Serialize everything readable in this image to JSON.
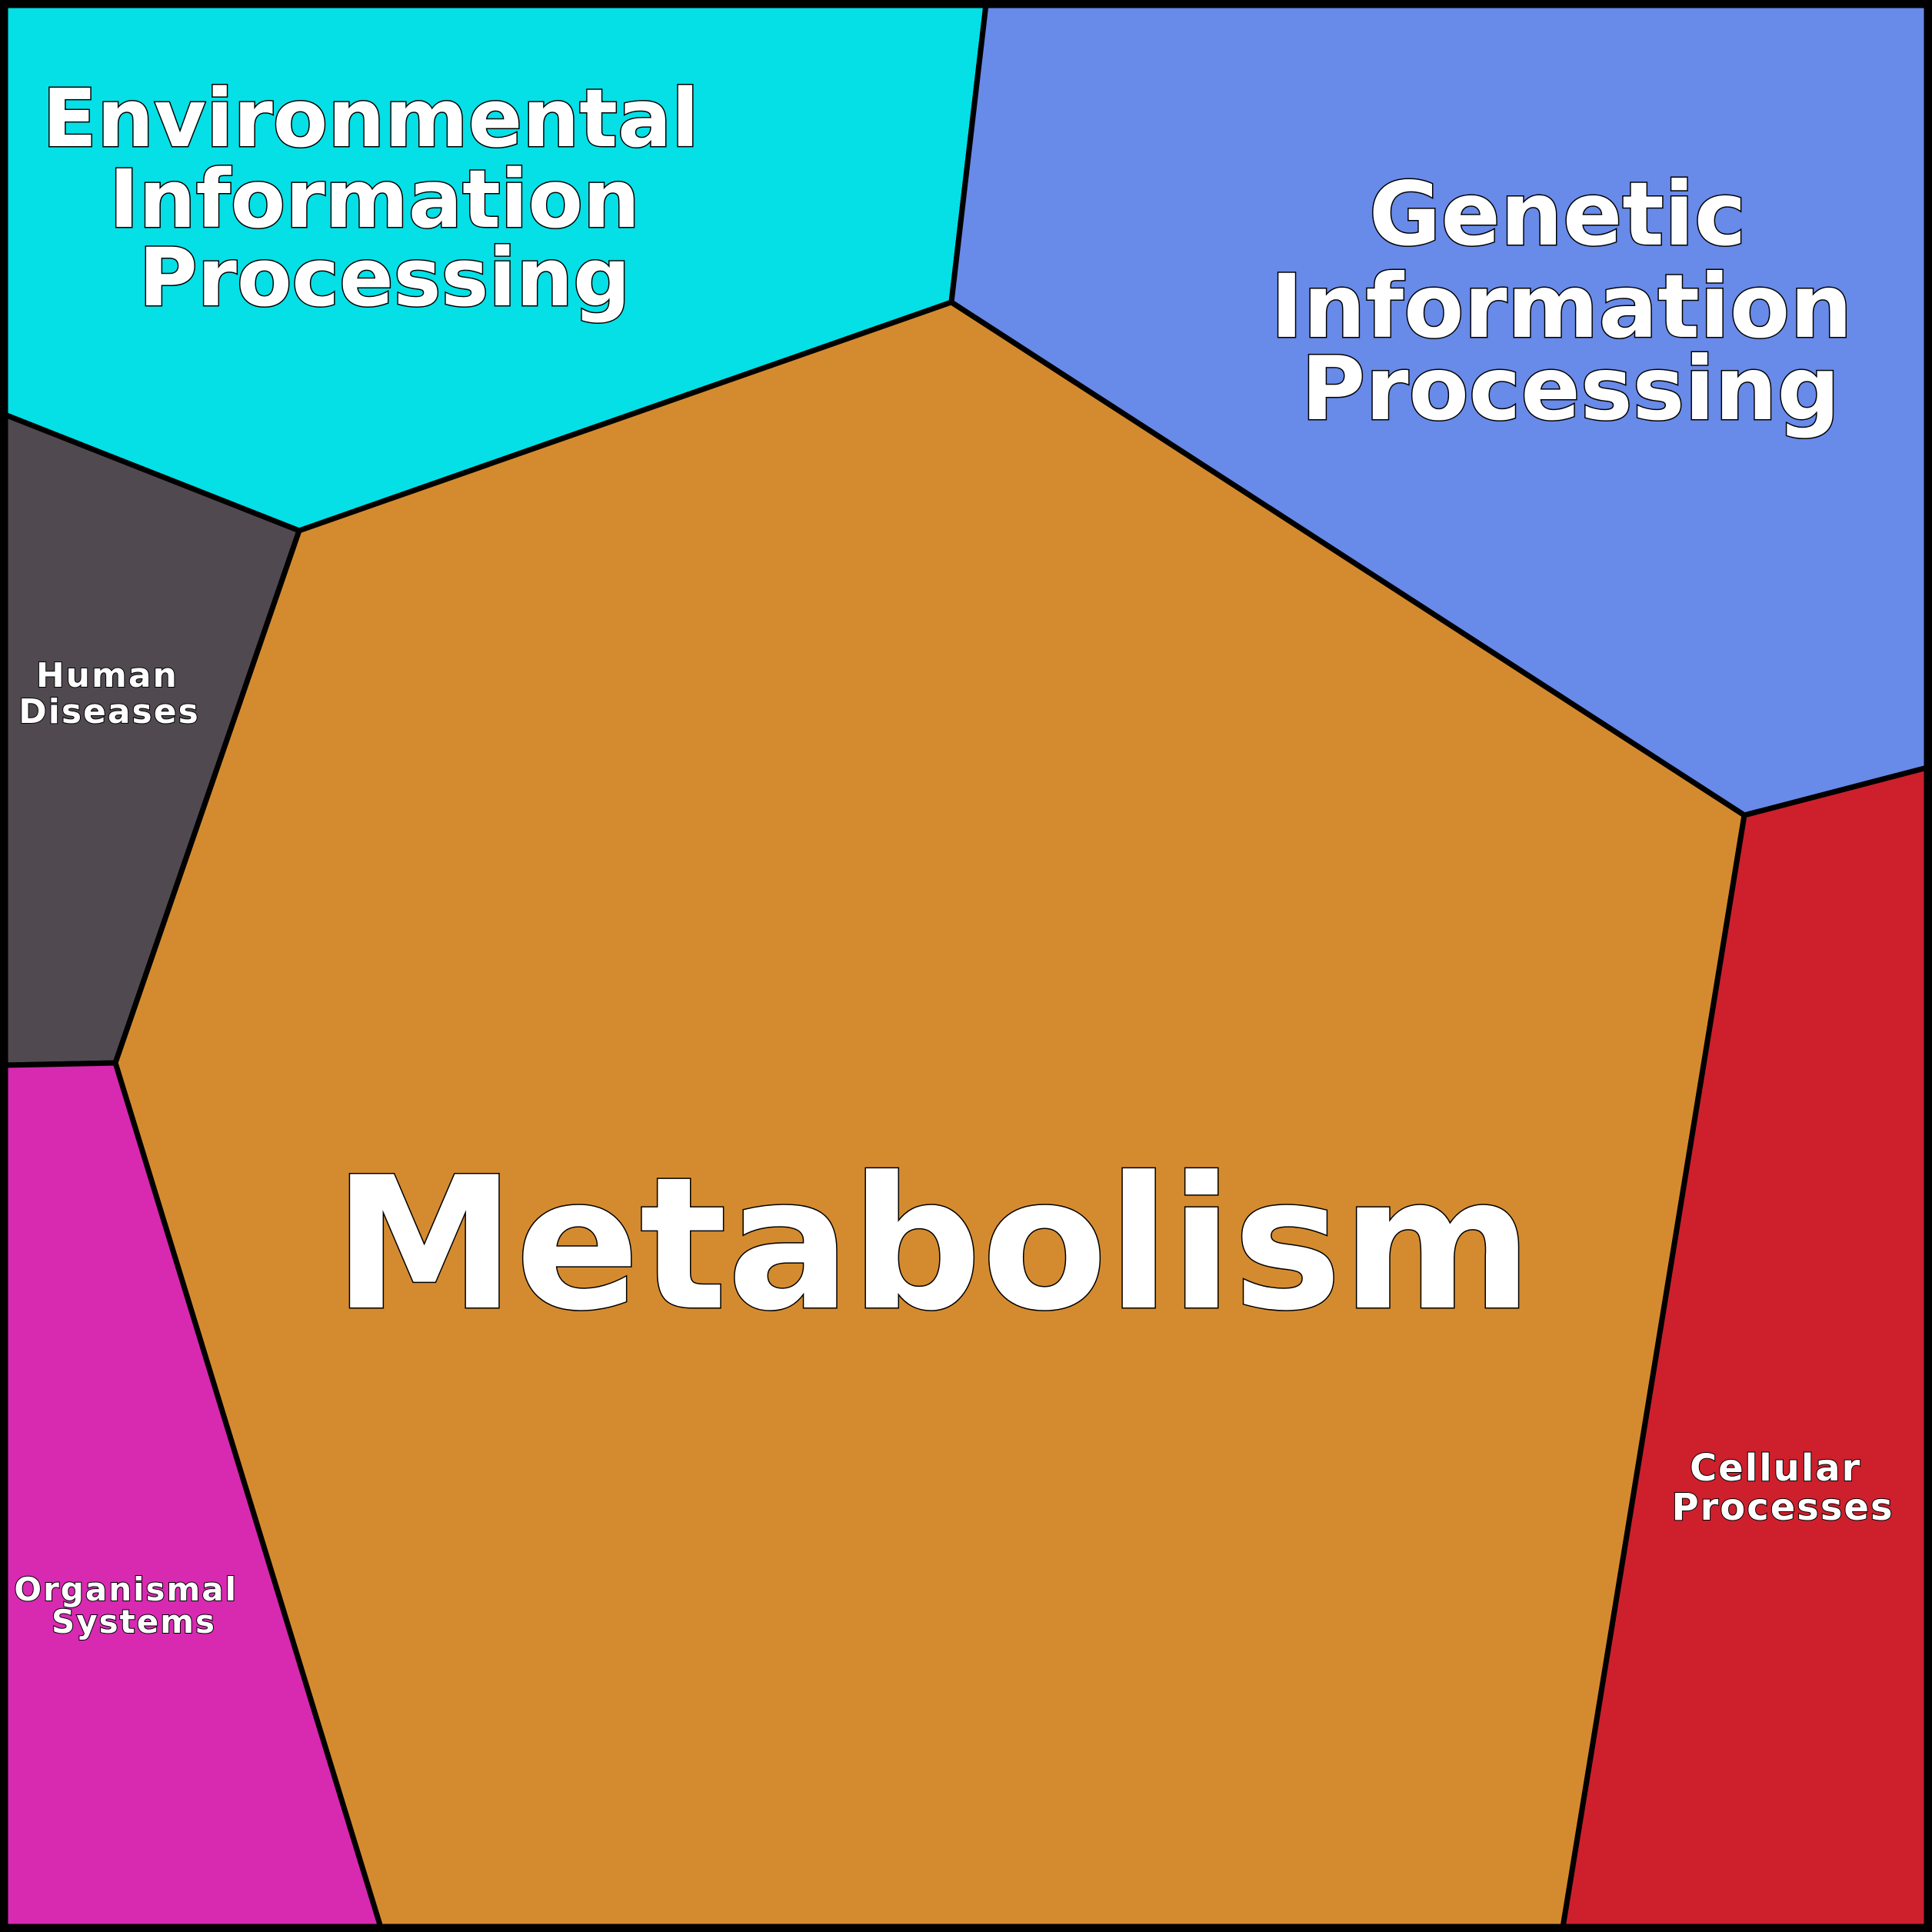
{
  "regions": {
    "environmental": {
      "label_lines": [
        "Environmental",
        "Information",
        "Processing"
      ],
      "color": "#05DFE6"
    },
    "genetic": {
      "label_lines": [
        "Genetic",
        "Information",
        "Processing"
      ],
      "color": "#688AE8"
    },
    "human_diseases": {
      "label_lines": [
        "Human",
        "Diseases"
      ],
      "color": "#514950"
    },
    "metabolism": {
      "label_lines": [
        "Metabolism"
      ],
      "color": "#D48B2F"
    },
    "organismal": {
      "label_lines": [
        "Organismal",
        "Systems"
      ],
      "color": "#D829B1"
    },
    "cellular": {
      "label_lines": [
        "Cellular",
        "Processes"
      ],
      "color": "#CD202C"
    }
  },
  "border_color": "#000000"
}
